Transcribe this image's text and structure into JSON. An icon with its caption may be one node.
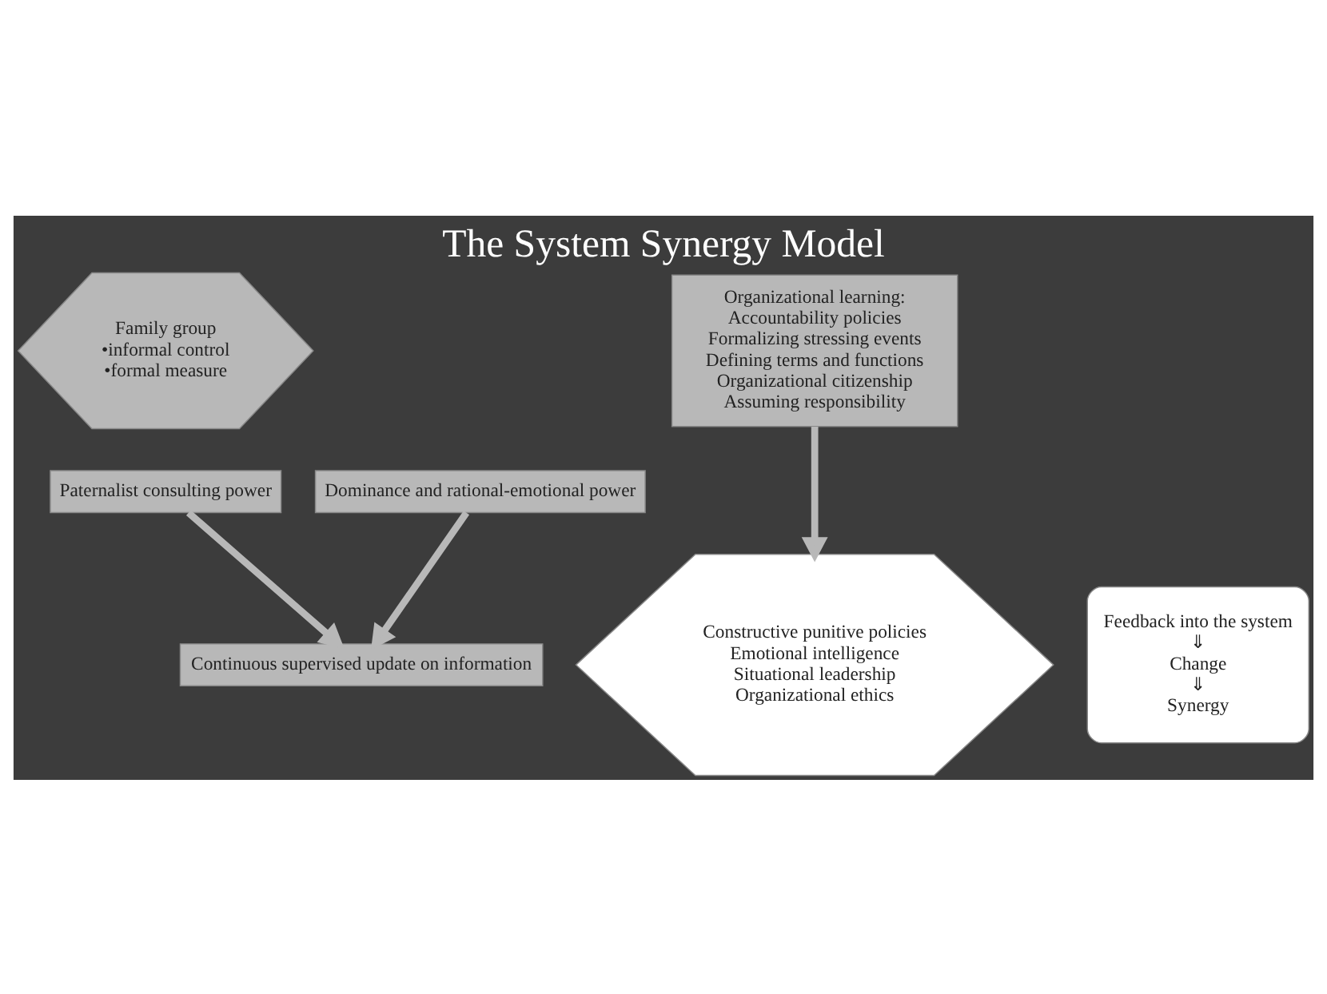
{
  "diagram": {
    "title": "The System Synergy Model",
    "nodes": [
      {
        "text": [
          "Family group",
          "•informal control",
          "•formal measure"
        ]
      },
      {
        "text": [
          "Organizational learning:",
          "Accountability policies",
          "Formalizing stressing events",
          "Defining terms and functions",
          "Organizational citizenship",
          "Assuming responsibility"
        ]
      },
      {
        "text": [
          "Paternalist consulting power"
        ]
      },
      {
        "text": [
          "Continuous supervised update on information"
        ]
      },
      {
        "text": [
          "Dominance and rational-emotional power"
        ]
      },
      {
        "text": [
          "Constructive punitive policies",
          "Emotional intelligence",
          "Situational leadership",
          "Organizational ethics"
        ]
      },
      {
        "text": [
          "Feedback into the system",
          "⇓",
          "Change",
          "⇓",
          "Synergy"
        ]
      }
    ],
    "edges": [
      {
        "from": 2,
        "to": 3,
        "arrow": "to"
      },
      {
        "from": 4,
        "to": 3,
        "arrow": "to"
      },
      {
        "from": 1,
        "to": 5,
        "arrow": "to"
      }
    ]
  }
}
